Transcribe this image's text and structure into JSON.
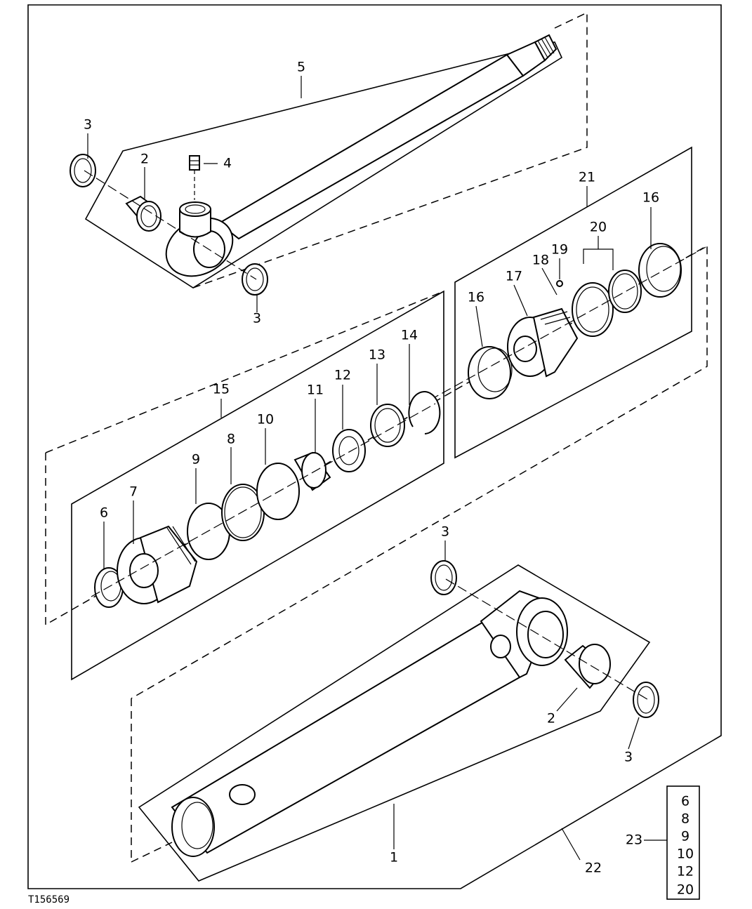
{
  "figure_code": "T156569",
  "callouts": {
    "c1": "1",
    "c2a": "2",
    "c2b": "2",
    "c3a": "3",
    "c3b": "3",
    "c3c": "3",
    "c3d": "3",
    "c4": "4",
    "c5": "5",
    "c6": "6",
    "c7": "7",
    "c8": "8",
    "c9": "9",
    "c10": "10",
    "c11": "11",
    "c12": "12",
    "c13": "13",
    "c14": "14",
    "c15": "15",
    "c16a": "16",
    "c16b": "16",
    "c17": "17",
    "c18": "18",
    "c19": "19",
    "c20": "20",
    "c21": "21",
    "c22": "22",
    "c23": "23"
  },
  "kit_box": {
    "items": [
      "6",
      "8",
      "9",
      "10",
      "12",
      "20"
    ]
  }
}
